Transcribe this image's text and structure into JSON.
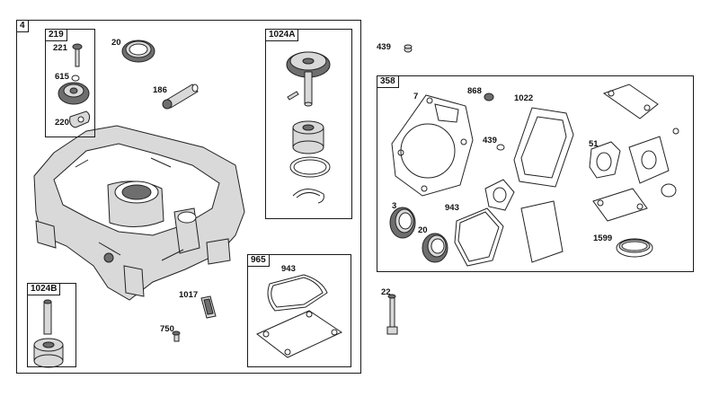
{
  "groups": {
    "main": "4",
    "g219": "219",
    "g1024A": "1024A",
    "g1024B": "1024B",
    "g965": "965",
    "g358": "358"
  },
  "labels": {
    "p221": "221",
    "p615": "615",
    "p220": "220",
    "p20a": "20",
    "p186": "186",
    "p943a": "943",
    "p1017": "1017",
    "p750": "750",
    "p439a": "439",
    "p7": "7",
    "p868": "868",
    "p1022": "1022",
    "p439b": "439",
    "p51": "51",
    "p3": "3",
    "p20b": "20",
    "p943b": "943",
    "p1599": "1599",
    "p22": "22"
  }
}
